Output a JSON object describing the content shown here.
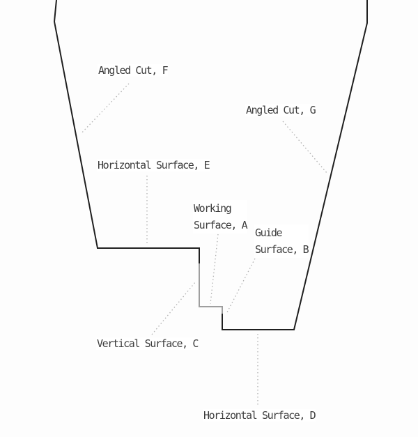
{
  "diagram": {
    "labels": {
      "angled_cut_f": "Angled Cut, F",
      "angled_cut_g": "Angled Cut, G",
      "horizontal_surface_e": "Horizontal Surface, E",
      "working_surface_a": {
        "line1": "Working",
        "line2": "Surface, A"
      },
      "guide_surface_b": {
        "line1": "Guide",
        "line2": "Surface, B"
      },
      "vertical_surface_c": "Vertical Surface, C",
      "horizontal_surface_d": "Horizontal Surface, D"
    },
    "colors": {
      "outline": "#1f1f1f",
      "inner_step": "#9e9e9e",
      "leader": "#b0b0b0",
      "text": "#3c3c3c",
      "background": "#fdfdfd",
      "halo": "#ffffff"
    }
  }
}
